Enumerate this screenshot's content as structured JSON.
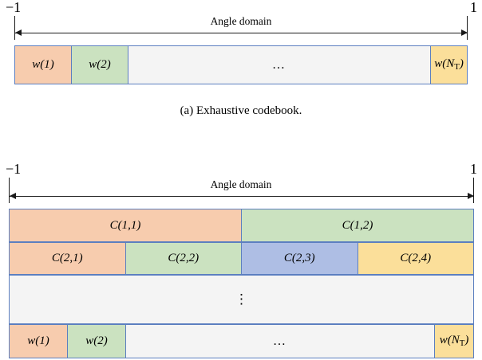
{
  "figure_a": {
    "axis": {
      "left_label": "−1",
      "right_label": "1",
      "title": "Angle domain"
    },
    "cells": [
      {
        "label": "w(1)",
        "color": "#f7ccae"
      },
      {
        "label": "w(2)",
        "color": "#cbe2c0"
      },
      {
        "label": "…",
        "color": "#f4f4f4"
      },
      {
        "label": "w(N_T)",
        "color": "#fbdf9a"
      }
    ],
    "caption": "(a) Exhaustive codebook."
  },
  "figure_b": {
    "axis": {
      "left_label": "−1",
      "right_label": "1",
      "title": "Angle domain"
    },
    "rows": [
      {
        "name": "level-1",
        "cells": [
          {
            "label": "C(1,1)",
            "color": "#f7ccae"
          },
          {
            "label": "C(1,2)",
            "color": "#cbe2c0"
          }
        ]
      },
      {
        "name": "level-2",
        "cells": [
          {
            "label": "C(2,1)",
            "color": "#f7ccae"
          },
          {
            "label": "C(2,2)",
            "color": "#cbe2c0"
          },
          {
            "label": "C(2,3)",
            "color": "#aebee4"
          },
          {
            "label": "C(2,4)",
            "color": "#fbdf9a"
          }
        ]
      },
      {
        "name": "ellipsis-row",
        "cells": [
          {
            "label": "⋮",
            "color": "#f4f4f4"
          }
        ]
      },
      {
        "name": "leaf-level",
        "cells": [
          {
            "label": "w(1)",
            "color": "#f7ccae"
          },
          {
            "label": "w(2)",
            "color": "#cbe2c0"
          },
          {
            "label": "…",
            "color": "#f4f4f4"
          },
          {
            "label": "w(N_T)",
            "color": "#fbdf9a"
          }
        ]
      }
    ]
  },
  "labels": {
    "w1": "w(1)",
    "w2": "w(2)",
    "wN_prefix": "w(N",
    "wN_sub": "T",
    "wN_suffix": ")",
    "ellipsis_h": "…",
    "ellipsis_v": "⋮",
    "c11": "C(1,1)",
    "c12": "C(1,2)",
    "c21": "C(2,1)",
    "c22": "C(2,2)",
    "c23": "C(2,3)",
    "c24": "C(2,4)"
  },
  "colors": {
    "orange": "#f7ccae",
    "green": "#cbe2c0",
    "blue": "#aebee4",
    "yellow": "#fbdf9a",
    "grey": "#f4f4f4",
    "border": "#5c7fc0",
    "axis": "#1a1a1a"
  }
}
